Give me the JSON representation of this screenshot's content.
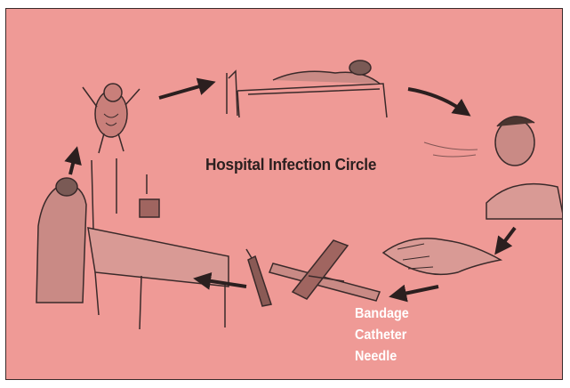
{
  "diagram": {
    "title": "Hospital Infection Circle",
    "contaminated_items": [
      "Bandage",
      "Catheter",
      "Needle"
    ],
    "colors": {
      "background": "#ef9a96",
      "ink": "#2b1f1f",
      "item_text": "#ffffff"
    },
    "stages": [
      "germ-figure",
      "patient-in-bed",
      "sick-man-coughing",
      "contaminated-hand",
      "contaminated-items",
      "nurse-with-bedridden-patient"
    ]
  }
}
